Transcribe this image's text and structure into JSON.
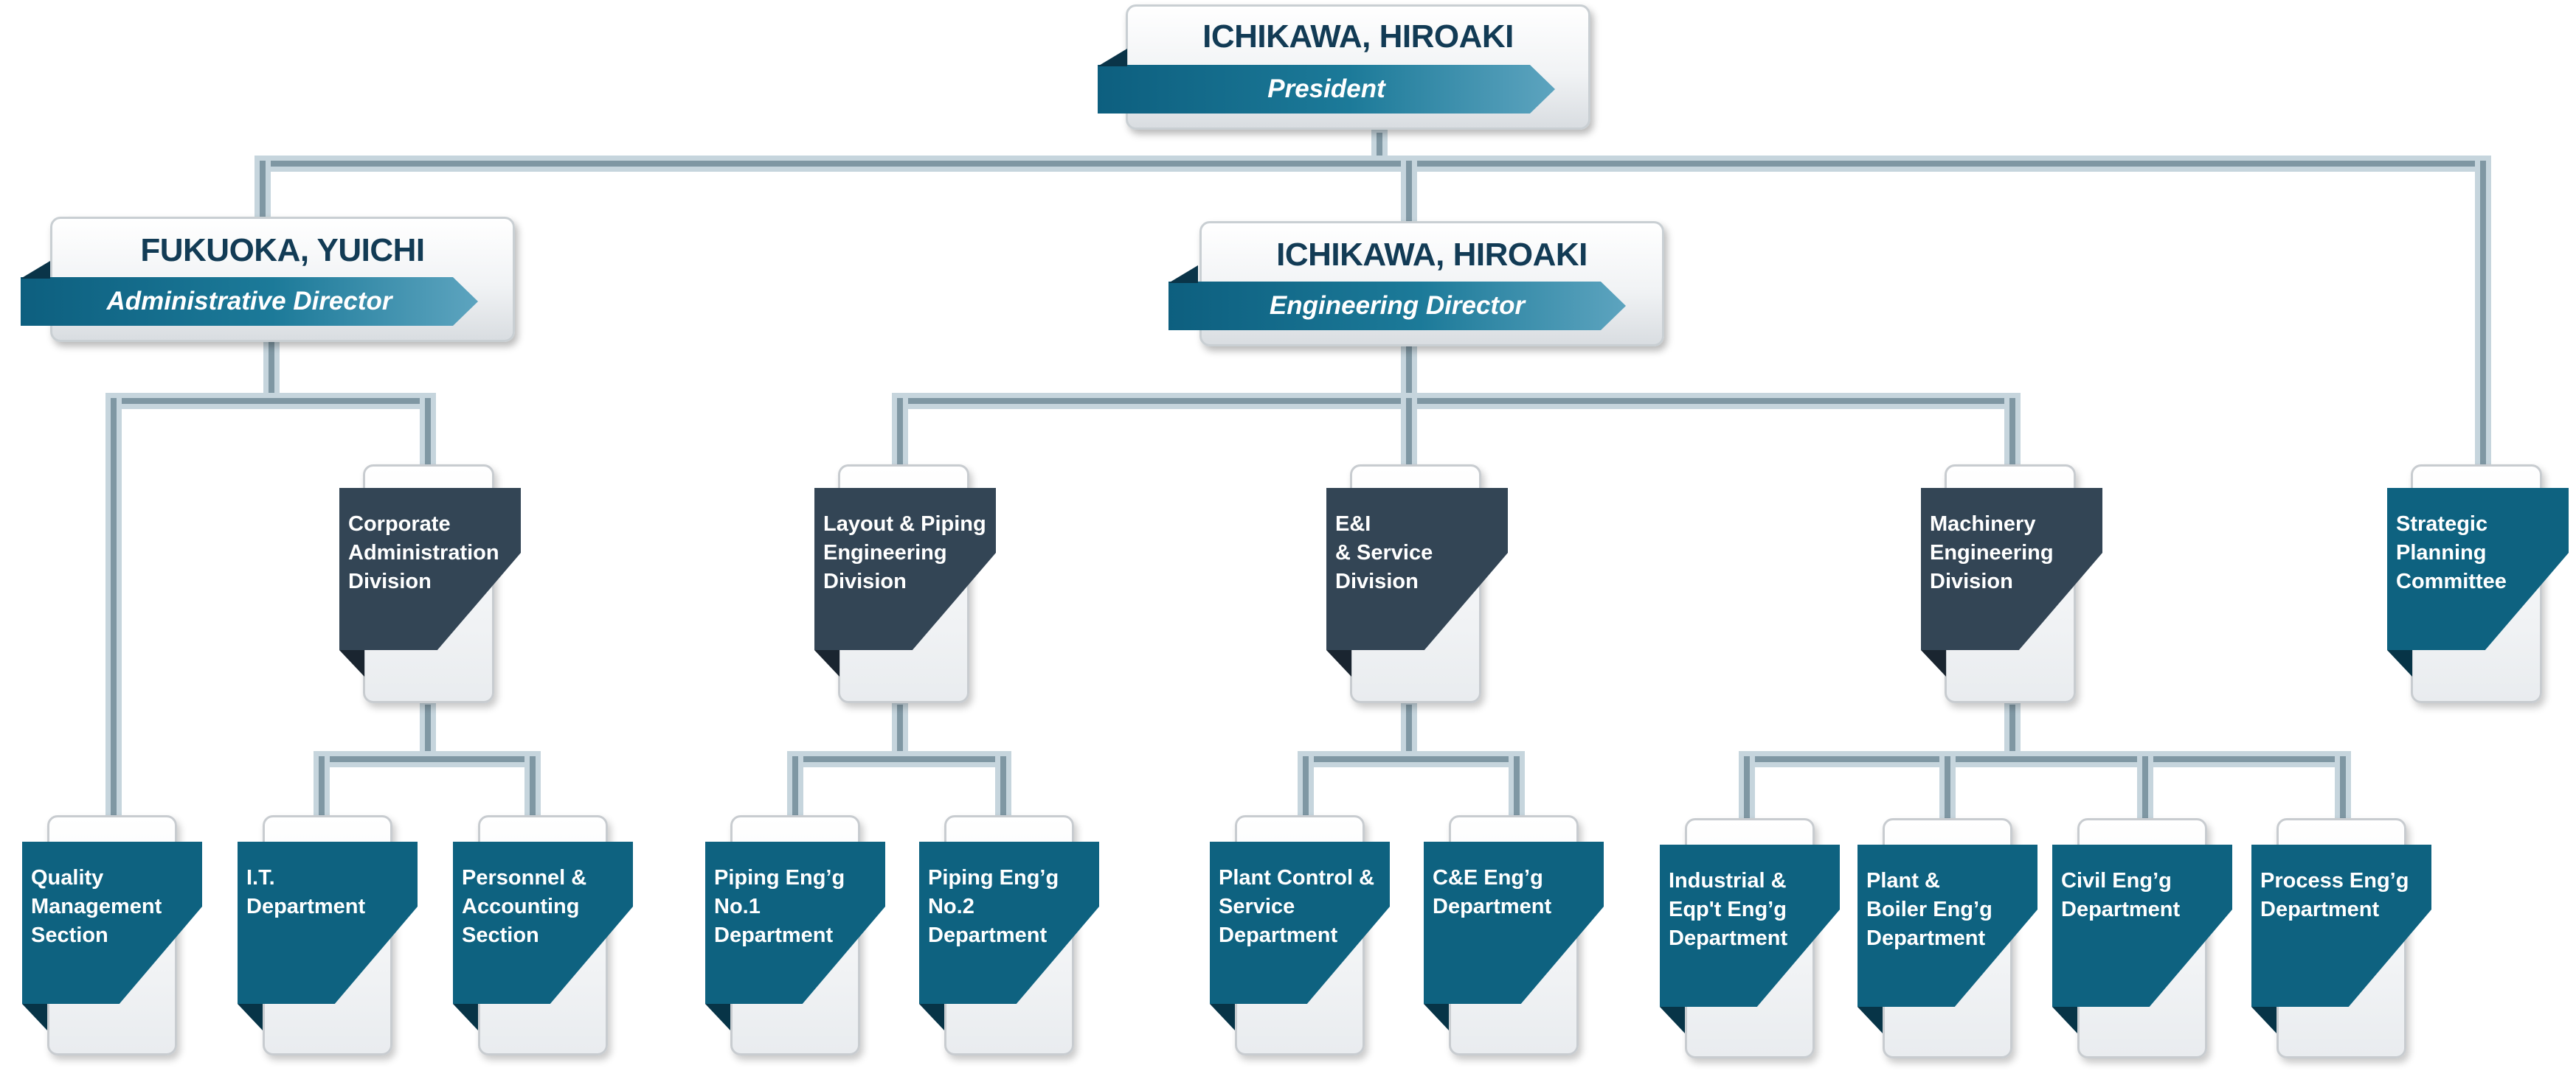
{
  "president": {
    "name": "ICHIKAWA, HIROAKI",
    "title": "President"
  },
  "directors": [
    {
      "name": "FUKUOKA, YUICHI",
      "title": "Administrative Director"
    },
    {
      "name": "ICHIKAWA, HIROAKI",
      "title": "Engineering Director"
    }
  ],
  "divisions": [
    {
      "label": "Corporate\nAdministration\nDivision"
    },
    {
      "label": "Layout & Piping\nEngineering\nDivision"
    },
    {
      "label": "E&I\n& Service\nDivision"
    },
    {
      "label": "Machinery\nEngineering\nDivision"
    },
    {
      "label": "Strategic\nPlanning\nCommittee"
    }
  ],
  "departments": [
    {
      "label": "Quality\nManagement\nSection"
    },
    {
      "label": "I.T.\nDepartment"
    },
    {
      "label": "Personnel &\nAccounting\nSection"
    },
    {
      "label": "Piping Eng’g\nNo.1\nDepartment"
    },
    {
      "label": "Piping Eng’g\nNo.2\nDepartment"
    },
    {
      "label": "Plant Control &\nService\nDepartment"
    },
    {
      "label": "C&E Eng’g\nDepartment"
    },
    {
      "label": "Industrial &\nEqp't Eng’g\nDepartment"
    },
    {
      "label": "Plant &\nBoiler Eng’g\nDepartment"
    },
    {
      "label": "Civil Eng’g\nDepartment"
    },
    {
      "label": "Process Eng’g\nDepartment"
    }
  ],
  "colors": {
    "division_card": "#334555",
    "unit_card": "#0e6280",
    "banner": "#1c7a99",
    "name_text": "#123b55",
    "connector": "#7f97a3"
  }
}
